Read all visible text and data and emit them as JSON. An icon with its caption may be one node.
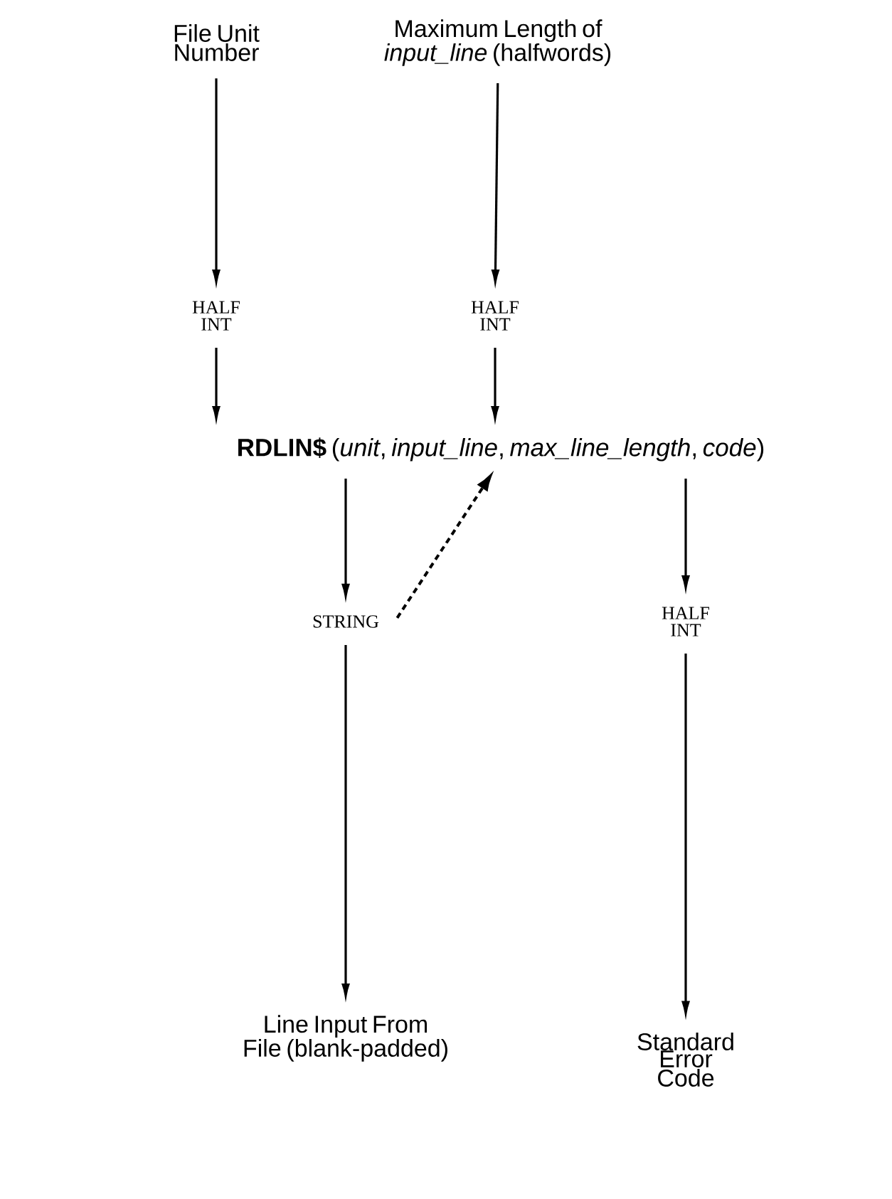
{
  "diagram": {
    "nodes": [
      {
        "text": [
          "File Unit Number"
        ]
      },
      {
        "text": [
          "Maximum Length of *input_line* (halfwords)"
        ]
      },
      {
        "text": [
          "HALF INT"
        ]
      },
      {
        "text": [
          "HALF INT"
        ]
      },
      {
        "text": [
          "**RDLIN$** (*unit*, *input_line*, *max_line_length*, *code*)"
        ]
      },
      {
        "text": [
          "STRING"
        ]
      },
      {
        "text": [
          "HALF INT"
        ]
      },
      {
        "text": [
          "Line Input From File (blank-padded)"
        ]
      },
      {
        "text": [
          "Standard Error Code"
        ]
      }
    ],
    "edges": [
      {
        "from": 0,
        "to": 2,
        "arrow": "to"
      },
      {
        "from": 1,
        "to": 3,
        "arrow": "to"
      },
      {
        "from": 2,
        "to": 4,
        "arrow": "to"
      },
      {
        "from": 3,
        "to": 4,
        "arrow": "to"
      },
      {
        "from": 4,
        "to": 5,
        "arrow": "to"
      },
      {
        "from": 4,
        "to": 6,
        "arrow": "to"
      },
      {
        "from": 5,
        "to": 4,
        "arrow": "to",
        "style": "dashed"
      },
      {
        "from": 5,
        "to": 7,
        "arrow": "to"
      },
      {
        "from": 6,
        "to": 8,
        "arrow": "to"
      }
    ]
  }
}
